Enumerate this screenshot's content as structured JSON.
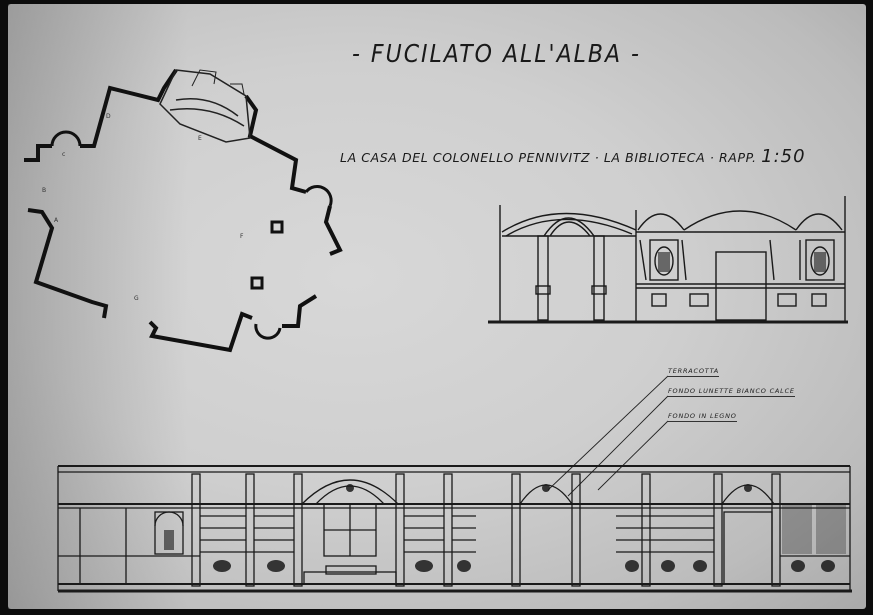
{
  "drawing": {
    "title": "- FUCILATO ALL'ALBA -",
    "subtitle_text": "LA CASA DEL COLONELLO PENNIVITZ · LA BIBLIOTECA · RAPP.",
    "scale_value": "1:50",
    "notes": {
      "terracotta": "TERRACOTTA",
      "fondo_lunette": "FONDO LUNETTE BIANCO CALCE",
      "fondo_legno": "FONDO IN LEGNO"
    }
  }
}
